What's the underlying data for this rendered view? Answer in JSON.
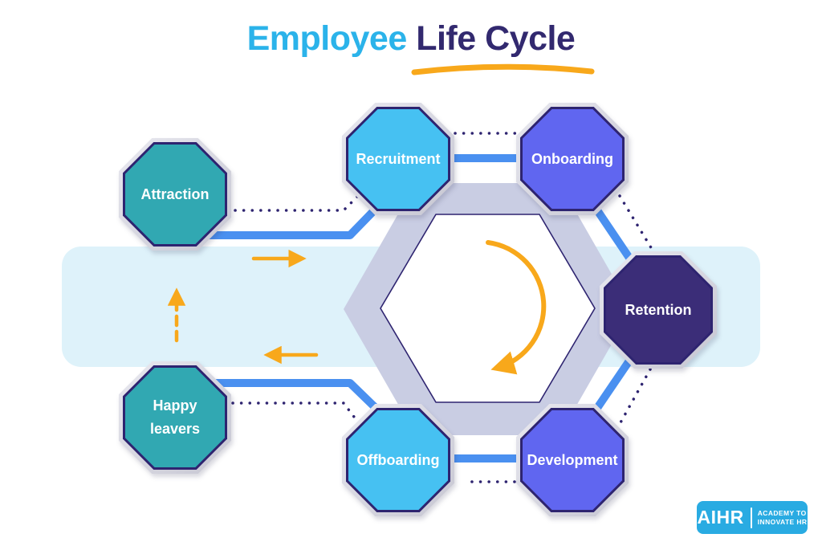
{
  "title": {
    "part1": "Employee",
    "part2": " Life Cycle"
  },
  "stages": [
    {
      "label": "Attraction",
      "color": "#31A8B2"
    },
    {
      "label": "Recruitment",
      "color": "#46C1F2"
    },
    {
      "label": "Onboarding",
      "color": "#6066F0"
    },
    {
      "label": "Retention",
      "color": "#3B2D78"
    },
    {
      "label": "Development",
      "color": "#6066F0"
    },
    {
      "label": "Offboarding",
      "color": "#46C1F2"
    },
    {
      "label": "Happy leavers",
      "color": "#31A8B2"
    }
  ],
  "logo": {
    "brand": "AIHR",
    "tagline1": "ACADEMY TO",
    "tagline2": "INNOVATE HR"
  },
  "colors": {
    "title_accent": "#2BB3EA",
    "title_main": "#32296F",
    "connector_blue": "#4A90F0",
    "dotted_navy": "#2E2470",
    "arrow_orange": "#F8A81B",
    "band_background": "#DEF2FA",
    "hexagon_ring": "#C9CDE3",
    "logo_background": "#29ABE2"
  }
}
